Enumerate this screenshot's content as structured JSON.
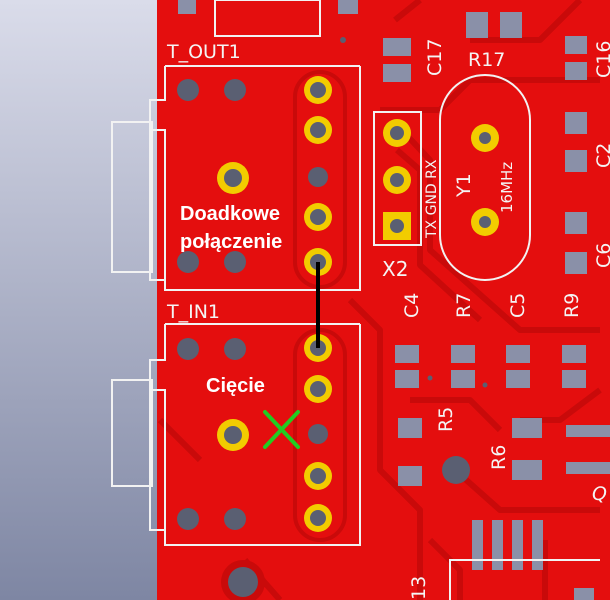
{
  "board": {
    "left_bg": "#8e96b0",
    "board_color": "#e40e0e",
    "trace_color": "#cf0a0a",
    "pad_color": "#f2cc00",
    "hole_color": "#5a5f72",
    "silkscreen_color": "#f2f2f2",
    "smd_pad_color": "#8a90a8"
  },
  "silkscreen": {
    "t_out1": "T_OUT1",
    "t_in1": "T_IN1",
    "x2": "X2",
    "x2_pins": "TX GND RX",
    "y1": "Y1",
    "y1_freq": "16MHz",
    "c17": "C17",
    "r17": "R17",
    "c16": "C16",
    "c2": "C2",
    "c6": "C6",
    "c4": "C4",
    "r7": "R7",
    "c5": "C5",
    "r9": "R9",
    "r5": "R5",
    "r6": "R6",
    "q_partial": "Q",
    "bottom_partial": "13"
  },
  "annotations": {
    "extra_connection": "Doadkowe połączenie",
    "extra_connection_line1": "Doadkowe",
    "extra_connection_line2": "połączenie",
    "cut": "Cięcie",
    "jumper_color": "#000000",
    "cut_mark_color": "#22cc22"
  }
}
